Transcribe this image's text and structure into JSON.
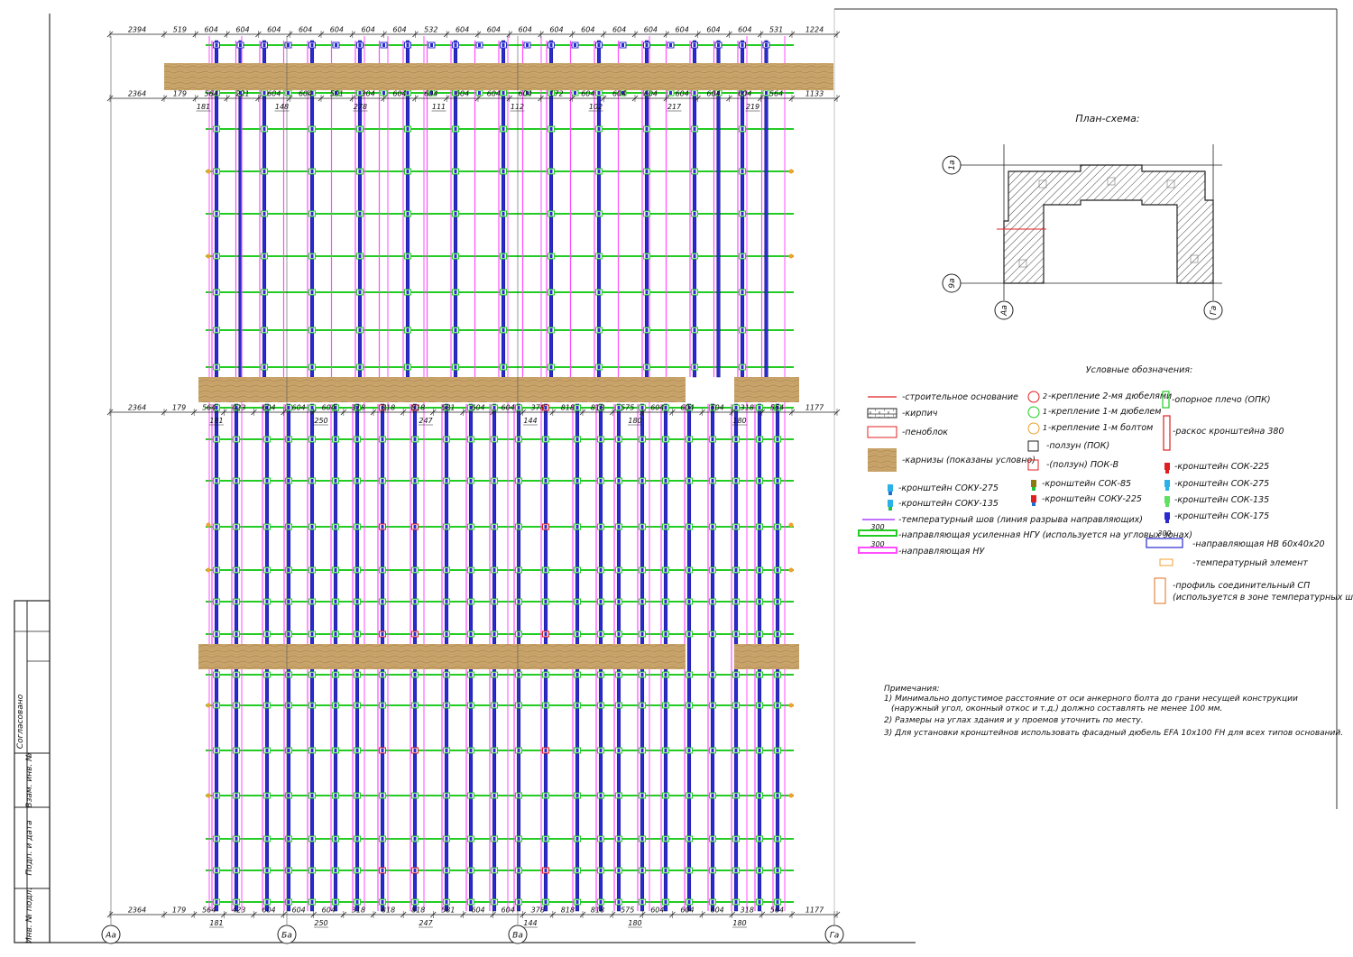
{
  "top_dimensions": [
    "2394",
    "519",
    "604",
    "604",
    "604",
    "604",
    "604",
    "604",
    "604",
    "532",
    "604",
    "604",
    "604",
    "604",
    "604",
    "604",
    "604",
    "604",
    "604",
    "604",
    "531",
    "1224"
  ],
  "row2_dimensions": [
    "2364",
    "179",
    "564",
    "221",
    "604",
    "604",
    "501",
    "304",
    "604",
    "604",
    "604",
    "604",
    "604",
    "172",
    "604",
    "604",
    "604",
    "604",
    "604",
    "604",
    "564",
    "1133"
  ],
  "row2_callouts": [
    "181",
    "148",
    "278",
    "111",
    "112",
    "102",
    "217",
    "219"
  ],
  "row3_dimensions": [
    "2364",
    "179",
    "564",
    "423",
    "604",
    "604",
    "604",
    "318",
    "818",
    "818",
    "581",
    "604",
    "604",
    "378",
    "818",
    "818",
    "575",
    "604",
    "604",
    "604",
    "318",
    "564",
    "1177"
  ],
  "row3_callouts": [
    "181",
    "250",
    "247",
    "144",
    "180",
    "180"
  ],
  "bottom_dimensions": [
    "2364",
    "179",
    "564",
    "423",
    "604",
    "604",
    "604",
    "318",
    "818",
    "818",
    "581",
    "604",
    "604",
    "378",
    "818",
    "818",
    "575",
    "604",
    "604",
    "604",
    "318",
    "564",
    "1177"
  ],
  "bottom_callouts": [
    "181",
    "250",
    "247",
    "144",
    "180",
    "180"
  ],
  "axes_bottom": [
    "Аа",
    "Ба",
    "Ва",
    "Га"
  ],
  "plan": {
    "title": "План-схема:",
    "axis_top": "1а",
    "axis_bottom": "9а",
    "axis_left": "Аа",
    "axis_right": "Га"
  },
  "legend": {
    "title": "Условные обозначения:",
    "col1": [
      "-строительное основание",
      "-кирпич",
      "-пеноблок",
      "-карнизы (показаны условно)",
      "-кронштейн СОКУ-275",
      "-кронштейн СОКУ-135",
      "-температурный шов (линия разрыва направляющих)",
      "-направляющая усиленная НГУ (используется на угловых зонах)",
      "-направляющая НУ"
    ],
    "col2": [
      "-крепление 2-мя дюбелями",
      "-крепление 1-м дюбелем",
      "-крепление 1-м болтом",
      "-ползун (ПОК)",
      "-(ползун) ПОК-В",
      "-кронштейн СОК-85",
      "-кронштейн СОКУ-225"
    ],
    "col3": [
      "-опорное плечо (ОПК)",
      "-раскос кронштейна 380",
      "-кронштейн СОК-225",
      "-кронштейн СОК-275",
      "-кронштейн СОК-135",
      "-кронштейн СОК-175",
      "-направляющая НВ 60х40х20",
      "-температурный элемент",
      "-профиль соединительный СП",
      "(используется в зоне температурных швов)"
    ],
    "num2": "2",
    "num1a": "1",
    "num1b": "1",
    "tag300a": "300",
    "tag300b": "300",
    "tag300c": "300"
  },
  "notes": {
    "title": "Примечания:",
    "lines": [
      "1) Минимально допустимое расстояние от оси анкерного болта до грани несущей конструкции",
      "(наружный угол, оконный откос и т.д.) должно составлять не менее 100 мм.",
      "2) Размеры на углах здания и у проемов уточнить по месту.",
      "3) Для установки кронштейнов использовать фасадный дюбель EFA 10х100 FH для всех типов оснований."
    ]
  },
  "stamp": {
    "agreed": "Согласовано",
    "vzam": "Взам. инв. №",
    "podp": "Подп. и дата",
    "inv": "Инв. № подл."
  },
  "colors": {
    "blue_rail": "#2a2ad0",
    "magenta_rail": "#ff4dff",
    "green": "#22cc22",
    "cornice": "#c9a36a",
    "red": "#e02020",
    "line": "#222222"
  }
}
